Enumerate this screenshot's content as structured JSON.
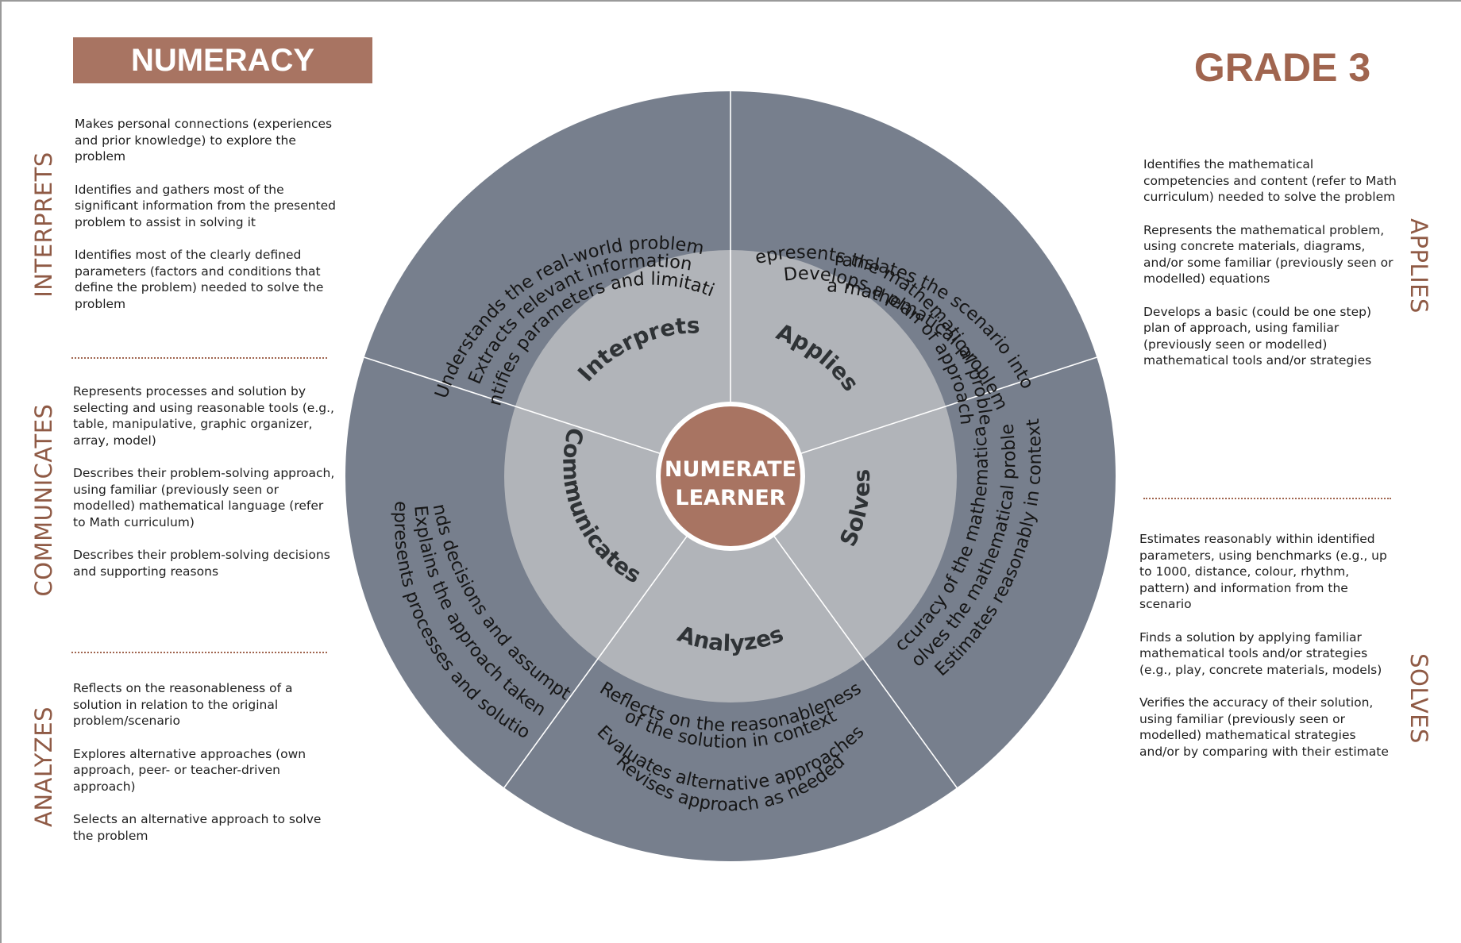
{
  "title": "NUMERACY",
  "grade": "GRADE 3",
  "center": [
    "NUMERATE",
    "LEARNER"
  ],
  "sections": {
    "interprets": {
      "label": "INTERPRETS",
      "items": [
        "Makes personal connections (experiences and prior knowledge) to explore the problem",
        "Identifies and gathers most of the significant information from the presented problem to assist in solving it",
        "Identifies most of the clearly defined parameters (factors and conditions that define the problem) needed to solve the problem"
      ]
    },
    "communicates": {
      "label": "COMMUNICATES",
      "items": [
        "Represents processes and solution by selecting and using reasonable tools (e.g., table, manipulative, graphic organizer, array, model)",
        "Describes their problem-solving approach, using familiar (previously seen or modelled) mathematical language (refer to Math curriculum)",
        "Describes their problem-solving decisions and supporting reasons"
      ]
    },
    "analyzes": {
      "label": "ANALYZES",
      "items": [
        "Reflects on the reasonableness of a solution in relation to the original problem/scenario",
        "Explores alternative approaches (own approach, peer- or teacher-driven approach)",
        "Selects an alternative approach to solve the problem"
      ]
    },
    "applies": {
      "label": "APPLIES",
      "items": [
        "Identifies the mathematical competencies and content (refer to Math curriculum) needed to solve the problem",
        "Represents the mathematical problem, using concrete materials, diagrams, and/or some familiar (previously seen or modelled) equations",
        "Develops a basic (could be one step) plan of approach, using familiar (previously seen or modelled) mathematical tools and/or strategies"
      ]
    },
    "solves": {
      "label": "SOLVES",
      "items": [
        "Estimates reasonably within identified parameters, using benchmarks (e.g., up to 1000, distance, colour, rhythm, pattern) and information from the scenario",
        "Finds a solution by applying familiar mathematical tools and/or strategies (e.g., play, concrete materials, models)",
        "Verifies the accuracy of their solution, using familiar (previously seen or modelled) mathematical strategies and/or by comparing with their estimate"
      ]
    }
  },
  "wheel": {
    "colors": {
      "outer": "#777f8d",
      "inner": "#b1b4b9",
      "center": "#a87462",
      "accent": "#a0654f"
    },
    "segments": [
      {
        "inner": "Interprets",
        "outer": [
          "Understands the real-world problem",
          "Extracts relevant information",
          "Identifies parameters and limitations"
        ]
      },
      {
        "inner": "Applies",
        "outer": [
          "Translates the scenario into",
          "a mathematical problem",
          "Represents the mathematical problem",
          "Develops a plan of approach"
        ]
      },
      {
        "inner": "Solves",
        "outer": [
          "Estimates reasonably in context",
          "Solves the mathematical problem",
          "Verifies accuracy of the mathematical solution"
        ]
      },
      {
        "inner": "Analyzes",
        "outer": [
          "Reflects on the reasonableness",
          "of the solution in context",
          "Evaluates alternative approaches",
          "Revises approach as needed"
        ]
      },
      {
        "inner": "Communicates",
        "outer": [
          "Defends decisions and assumptions",
          "Explains the approach taken",
          "Represents processes and solution"
        ]
      }
    ]
  }
}
